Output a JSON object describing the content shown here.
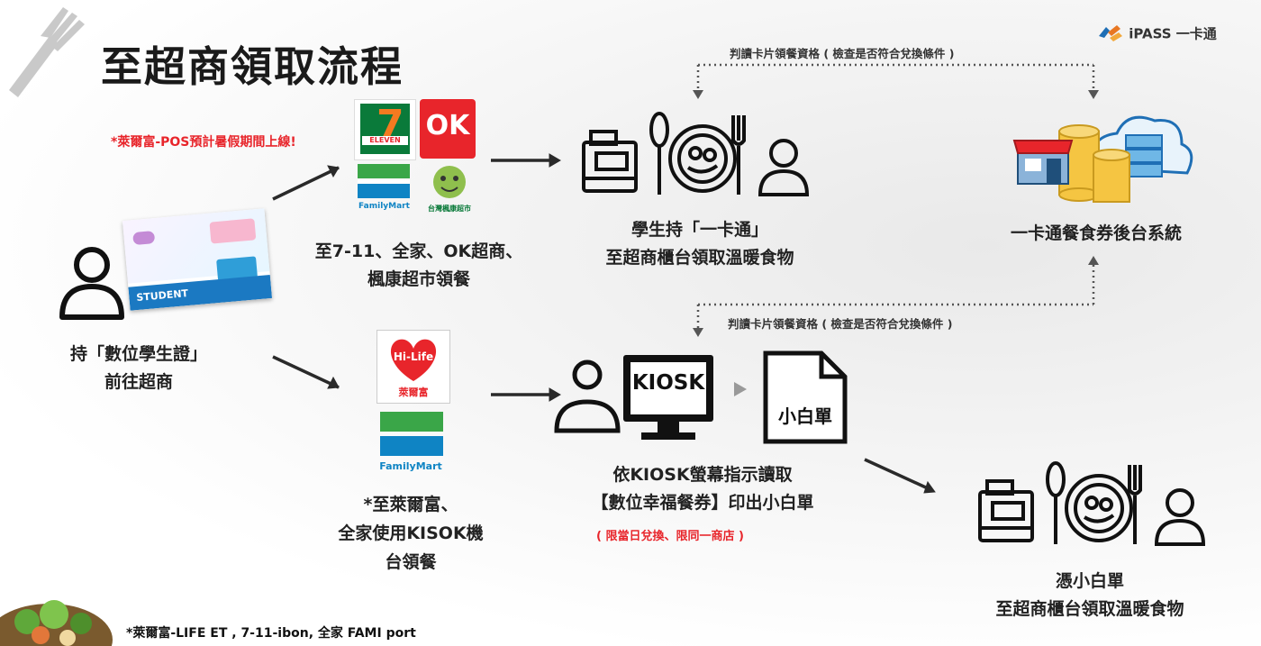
{
  "title": "至超商領取流程",
  "brand": {
    "name": "iPASS 一卡通"
  },
  "pos_note": "*萊爾富-POS預計暑假期間上線!",
  "store_logos": {
    "seven_eleven": "ELEVEN",
    "ok": "OK",
    "familymart": "FamilyMart",
    "taiwan_mart": "台灣楓康超市",
    "hilife_logo": "Hi-Life",
    "hilife_name": "萊爾富"
  },
  "student_card": {
    "label": "STUDENT"
  },
  "start": {
    "line1": "持「數位學生證」",
    "line2": "前往超商"
  },
  "upper_stores": {
    "line1": "至7-11、全家、OK超商、",
    "line2": "楓康超市領餐"
  },
  "lower_stores": {
    "line1": "*至萊爾富、",
    "line2": "全家使用KISOK機",
    "line3": "台領餐"
  },
  "counter_top": {
    "line1": "學生持「一卡通」",
    "line2": "至超商櫃台領取溫暖食物"
  },
  "backend": {
    "label": "一卡通餐食券後台系統"
  },
  "check_top": "判讀卡片領餐資格 ( 檢查是否符合兌換條件 )",
  "check_bottom": "判讀卡片領餐資格 ( 檢查是否符合兌換條件 )",
  "kiosk": {
    "screen": "KIOSK",
    "line1": "依KIOSK螢幕指示讀取",
    "line2": "【數位幸福餐券】印出小白單",
    "note": "( 限當日兌換、限同一商店 )"
  },
  "receipt": {
    "label": "小白單"
  },
  "counter_bottom": {
    "line1": "憑小白單",
    "line2": "至超商櫃台領取溫暖食物"
  },
  "footnote": "*萊爾富-LIFE ET , 7-11-ibon, 全家 FAMI port",
  "colors": {
    "accent_red": "#e8252b",
    "seven_green": "#0a7a3a",
    "seven_orange": "#f47a20",
    "family_green": "#3aa648",
    "family_blue": "#0f84c4",
    "ipass_orange": "#e87722",
    "ipass_blue": "#1f6fb5"
  },
  "icons": [
    "fork-icon",
    "ipass-logo-icon",
    "person-icon",
    "cash-register-icon",
    "plate-icon",
    "spoon-icon",
    "fork-utensil-icon",
    "store-icon",
    "database-icon",
    "server-icon",
    "cloud-icon",
    "monitor-icon",
    "document-icon",
    "arrow-icon"
  ]
}
